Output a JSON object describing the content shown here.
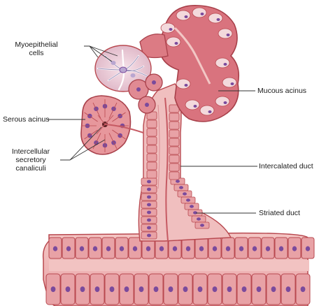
{
  "labels": {
    "myoepithelial_cells": [
      "Myoepithelial",
      "cells"
    ],
    "serous_acinus": "Serous acinus",
    "intercellular_canaliculi": [
      "Intercellular",
      "secretory",
      "canaliculi"
    ],
    "mucous_acinus": "Mucous acinus",
    "intercalated_duct": "Intercalated duct",
    "striated_duct": "Striated duct"
  },
  "colors": {
    "cell_fill": "#e8a2a6",
    "cell_stroke": "#b8484f",
    "nucleus": "#7a4a9c",
    "lumen": "#f2c7c5",
    "mucous_cell": "#f3d9dc",
    "leader_line": "#333333"
  }
}
